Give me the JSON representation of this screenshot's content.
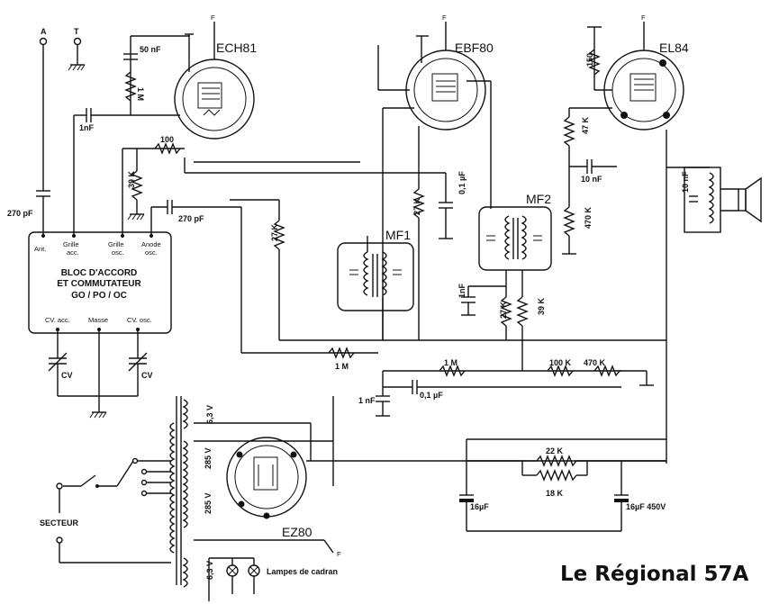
{
  "title": "Le Régional 57A",
  "tubes": {
    "ech81": "ECH81",
    "ebf80": "EBF80",
    "el84": "EL84",
    "ez80": "EZ80"
  },
  "if_transformers": {
    "mf1": "MF1",
    "mf2": "MF2"
  },
  "terminals": {
    "antenna": "A",
    "ground": "T",
    "filament": "F"
  },
  "coil_block": {
    "line1": "BLOC D'ACCORD",
    "line2": "ET COMMUTATEUR",
    "line3": "GO / PO / OC",
    "pins_top": [
      "Ant.",
      "Grille",
      "acc.",
      "Grille",
      "osc.",
      "Anode",
      "osc."
    ],
    "pins_bottom": [
      "CV. acc.",
      "Masse",
      "CV. osc."
    ]
  },
  "components": {
    "c_50nf": "50 nF",
    "r_1m_top": "1 M",
    "c_1nf_top": "1nF",
    "r_100": "100",
    "r_39k_a": "39 K",
    "c_270pf_ant": "270 pF",
    "c_270pf_osc": "270 pF",
    "r_27k_a": "27 K",
    "r_27k_b": "27 K",
    "c_01uf_top": "0,1 µF",
    "r_150": "150",
    "r_47k": "47 K",
    "c_10nf_a": "10 nF",
    "r_470k_a": "470 K",
    "c_10nf_b": "10 nF",
    "c_1nf_mid": "1nF",
    "r_27k_c": "27 K",
    "r_39k_b": "39 K",
    "r_1m_a": "1 M",
    "r_1m_b": "1 M",
    "r_100k": "100 K",
    "r_470k_b": "470 K",
    "c_1nf_low": "1 nF",
    "c_01uf_low": "0,1 µF",
    "cv_a": "CV",
    "cv_b": "CV",
    "v_63_top": "6,3 V",
    "v_285_a": "285 V",
    "v_285_b": "285 V",
    "v_63_bot": "6,3 V",
    "r_22k": "22 K",
    "r_18k": "18 K",
    "c_16uf_a": "16µF",
    "c_16uf_b": "16µF 450V",
    "mains": "SECTEUR",
    "lamps": "Lampes de cadran"
  }
}
